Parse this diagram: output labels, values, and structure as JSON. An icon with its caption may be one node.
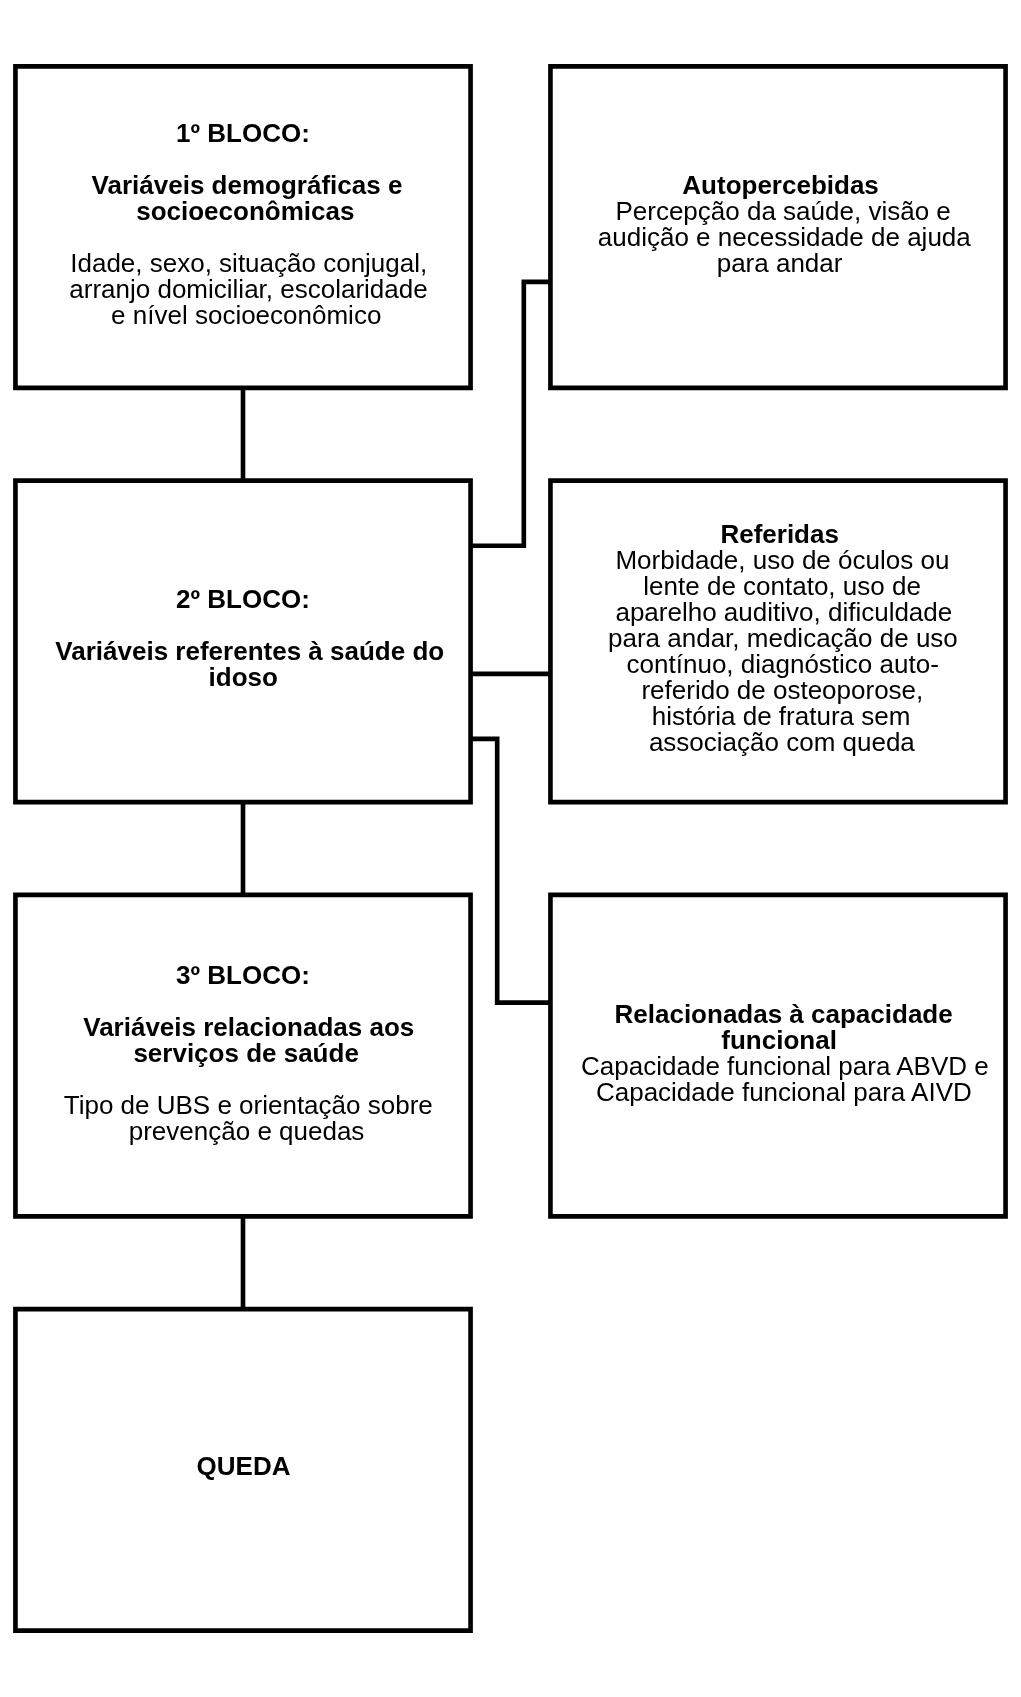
{
  "diagram": {
    "nodes": [
      {
        "text": [
          "1º BLOCO:",
          "Variáveis demográficas e socioeconômicas",
          "Idade, sexo, situação conjugal, arranjo domiciliar, escolaridade e nível socioeconômico"
        ]
      },
      {
        "text": [
          "Autopercebidas",
          "Percepção da saúde, visão e audição e necessidade de ajuda para andar"
        ]
      },
      {
        "text": [
          "2º BLOCO:",
          "Variáveis referentes à saúde do idoso"
        ]
      },
      {
        "text": [
          "Referidas",
          "Morbidade, uso de óculos ou lente de contato, uso de aparelho auditivo, dificuldade para andar, medicação de uso contínuo, diagnóstico auto-referido de osteoporose, história de fratura sem associação com queda"
        ]
      },
      {
        "text": [
          "3º BLOCO:",
          "Variáveis relacionadas aos serviços de saúde",
          "Tipo de UBS e orientação sobre prevenção e quedas"
        ]
      },
      {
        "text": [
          "Relacionadas à capacidade funcional",
          "Capacidade funcional para ABVD e Capacidade funcional para AIVD"
        ]
      },
      {
        "text": [
          "QUEDA"
        ]
      }
    ],
    "edges": [
      {
        "from": 0,
        "to": 2,
        "arrow": "none"
      },
      {
        "from": 2,
        "to": 4,
        "arrow": "none"
      },
      {
        "from": 4,
        "to": 6,
        "arrow": "none"
      },
      {
        "from": 2,
        "to": 1,
        "arrow": "none"
      },
      {
        "from": 2,
        "to": 3,
        "arrow": "none"
      },
      {
        "from": 2,
        "to": 5,
        "arrow": "none"
      }
    ]
  }
}
